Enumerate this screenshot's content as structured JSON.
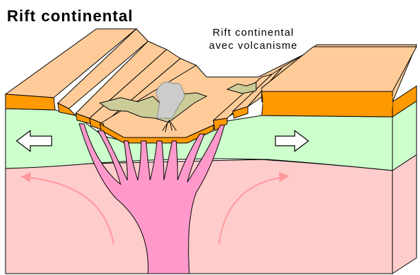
{
  "title": "Rift continental",
  "annotation": {
    "line1": "Rift continental",
    "line2": "avec volcanisme"
  },
  "colors": {
    "crust_top": "#ffcc99",
    "crust_orange": "#ff9900",
    "lithosphere": "#ccffcc",
    "asthenosphere": "#ffcccc",
    "magma": "#ff99cc",
    "lava": "#cccc99",
    "smoke": "#cccccc",
    "flow_arrow": "#ff9999",
    "outline": "#000000"
  },
  "icons": [
    "arrow-left-icon",
    "arrow-right-icon",
    "volcanic-plume-icon"
  ]
}
